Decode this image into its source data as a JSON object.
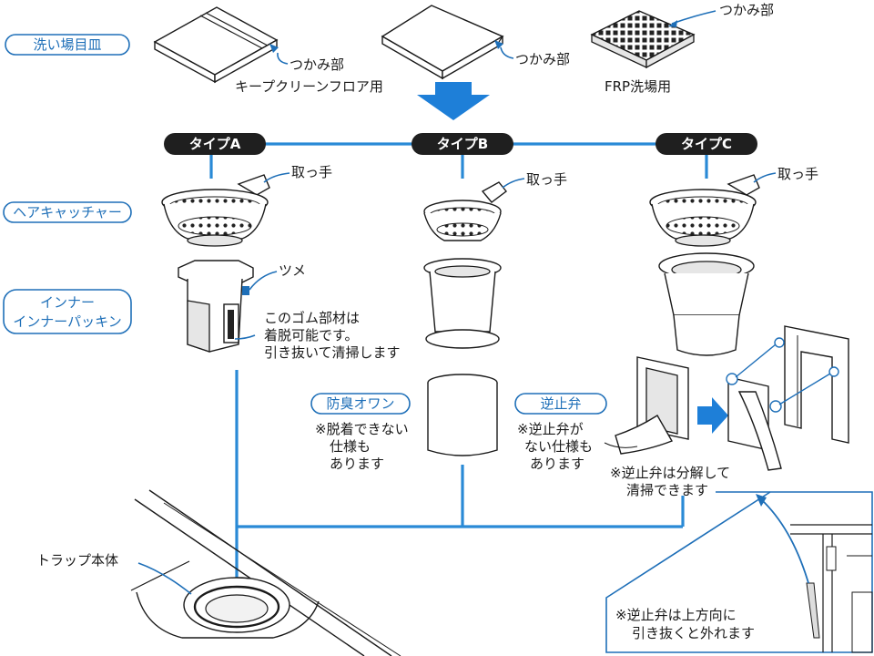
{
  "colors": {
    "accent": "#2a8ad6",
    "pill_border": "#1e6fb8",
    "type_pill": "#1f1f1f",
    "arrow": "#1e7fd8"
  },
  "categories": {
    "grate": "洗い場目皿",
    "hair_catcher": "ヘアキャッチャー",
    "inner_line1": "インナー",
    "inner_line2": "インナーパッキン"
  },
  "grates": {
    "handle_label": "つかみ部",
    "keep_clean_label": "キープクリーンフロア用",
    "frp_label": "FRP洗場用"
  },
  "types": {
    "a": "タイプA",
    "b": "タイプB",
    "c": "タイプC"
  },
  "callouts": {
    "handle": "取っ手",
    "claw": "ツメ",
    "rubber_line1": "このゴム部材は",
    "rubber_line2": "着脱可能です。",
    "rubber_line3": "引き抜いて清掃します",
    "odor_pill": "防臭オワン",
    "odor_line1": "※脱着できない",
    "odor_line2": "仕様も",
    "odor_line3": "あります",
    "check_pill": "逆止弁",
    "check_line1": "※逆止弁が",
    "check_line2": "ない仕様も",
    "check_line3": "あります",
    "disassemble_line1": "※逆止弁は分解して",
    "disassemble_line2": "清掃できます",
    "trap_body": "トラップ本体",
    "pullout_line1": "※逆止弁は上方向に",
    "pullout_line2": "引き抜くと外れます"
  },
  "icons": {
    "down_arrow": "down-arrow-icon",
    "right_arrow": "right-arrow-icon"
  }
}
